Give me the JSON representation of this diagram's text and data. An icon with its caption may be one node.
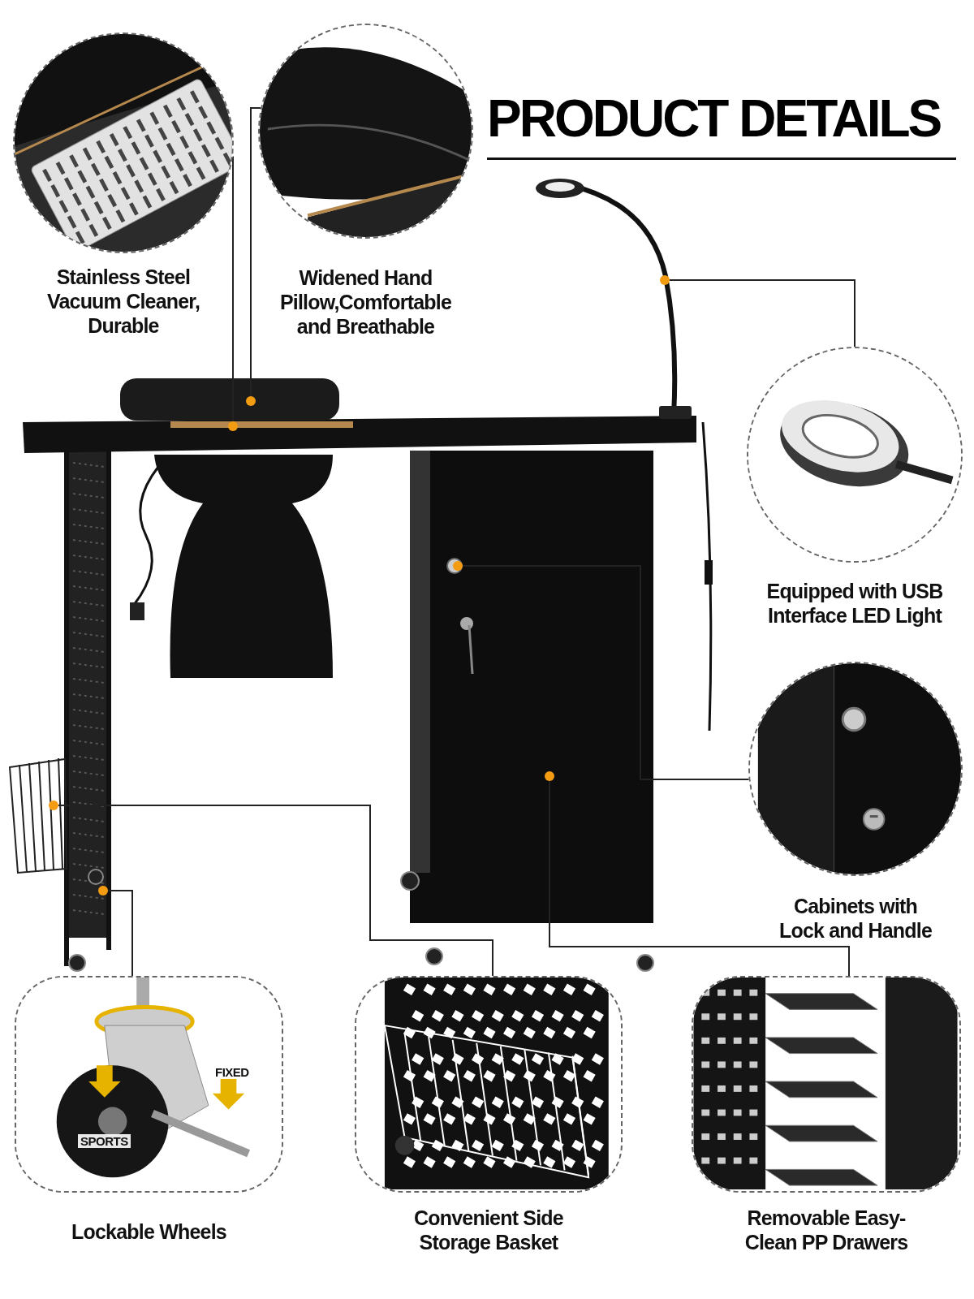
{
  "diagram": {
    "title": "PRODUCT DETAILS",
    "nodes": [
      {
        "text": [
          "Stainless Steel Vacuum Cleaner, Durable"
        ]
      },
      {
        "text": [
          "Widened Hand Pillow,Comfortable and Breathable"
        ]
      },
      {
        "text": [
          "Equipped with USB Interface LED Light"
        ]
      },
      {
        "text": [
          "Cabinets with Lock and Handle"
        ]
      },
      {
        "text": [
          "Lockable Wheels"
        ]
      },
      {
        "text": [
          "Convenient Side Storage Basket"
        ]
      },
      {
        "text": [
          "Removable Easy-Clean PP Drawers"
        ]
      },
      {
        "text": [],
        "shape": "picture"
      },
      {
        "text": [],
        "shape": "circle",
        "in": 7
      },
      {
        "text": [],
        "shape": "circle",
        "in": 7
      },
      {
        "text": [],
        "shape": "circle"
      },
      {
        "text": [],
        "shape": "circle",
        "in": 7
      },
      {
        "text": [],
        "shape": "circle",
        "in": 7
      },
      {
        "text": [],
        "shape": "circle",
        "in": 7
      },
      {
        "text": [],
        "shape": "circle",
        "in": 7
      }
    ],
    "edges": [
      {
        "from": 8,
        "to": 0,
        "arrow": "none"
      },
      {
        "from": 9,
        "to": 1,
        "arrow": "none"
      },
      {
        "from": 10,
        "to": 2,
        "arrow": "none"
      },
      {
        "from": 11,
        "to": 3,
        "arrow": "none"
      },
      {
        "from": 12,
        "to": 5,
        "arrow": "none"
      },
      {
        "from": 13,
        "to": 4,
        "arrow": "none"
      },
      {
        "from": 14,
        "to": 6,
        "arrow": "none"
      }
    ],
    "labels": [
      "FIXED",
      "SPORTS"
    ]
  }
}
